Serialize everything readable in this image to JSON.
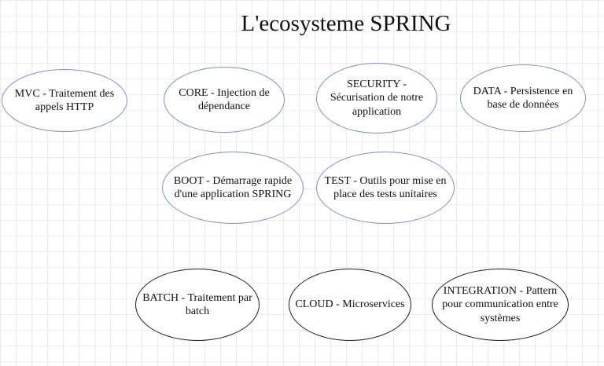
{
  "title": "L'ecosysteme SPRING",
  "nodes": {
    "mvc": "MVC - Traitement des appels HTTP",
    "core": "CORE - Injection de dépendance",
    "security": "SECURITY - Sécurisation de notre application",
    "data": "DATA - Persistence en base de données",
    "boot": "BOOT - Démarrage rapide d'une application SPRING",
    "test": "TEST - Outils pour mise en place des tests unitaires",
    "batch": "BATCH - Traitement par batch",
    "cloud": "CLOUD - Microservices",
    "integration": "INTEGRATION - Pattern pour communication entre systèmes"
  },
  "colors": {
    "blue_border": "#7a90c6",
    "black_border": "#1a1a1a",
    "grid": "#ececec"
  }
}
